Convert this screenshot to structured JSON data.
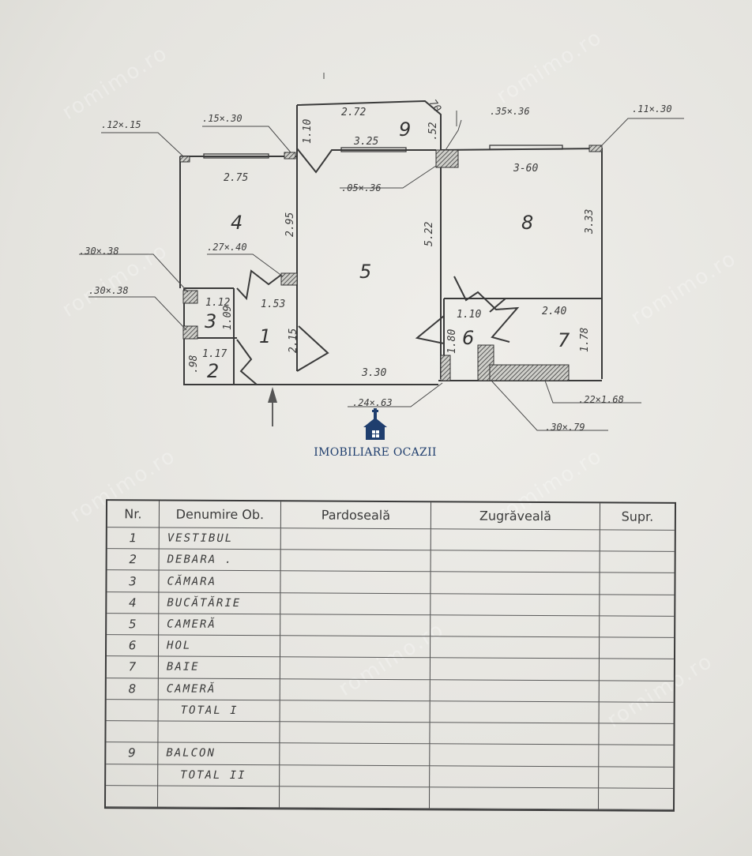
{
  "logo": {
    "brand": "IMOBILIARE OCAZII"
  },
  "watermark": "romimo.ro",
  "plan": {
    "rooms": [
      "1",
      "2",
      "3",
      "4",
      "5",
      "6",
      "7",
      "8",
      "9"
    ],
    "dimensions": {
      "r9_top": "2.72",
      "r9_mid": "3.25",
      "r9_left": "1.10",
      "r9_right": ".52",
      "r9_corner": "70",
      "r4_w": "2.75",
      "r4_h": "2.95",
      "r5_h": "5.22",
      "r5_bottom": "3.30",
      "r8_w": "3-60",
      "r8_h": "3.33",
      "r3_w": "1.12",
      "r3_h": "1.09",
      "r2_w": "1.17",
      "r2_h": ".98",
      "r1_w": "1.53",
      "r1_h": "2.15",
      "r6_w": "1.10",
      "r6_h": "1.80",
      "r7_w": "2.40",
      "r7_h": "1.78"
    },
    "callouts": {
      "c1": ".12×.15",
      "c2": ".15×.30",
      "c3": ".35×.36",
      "c4": ".11×.30",
      "c5": ".05×.36",
      "c6": ".30×.38",
      "c7": ".27×.40",
      "c8": ".30×.38",
      "c9": ".24×.63",
      "c10": ".22×1.68",
      "c11": ".30×.79"
    }
  },
  "table": {
    "headers": [
      "Nr.",
      "Denumire Ob.",
      "Pardoseală",
      "Zugrăveală",
      "Supr."
    ],
    "rows": [
      {
        "nr": "1",
        "name": "VESTIBUL"
      },
      {
        "nr": "2",
        "name": "DEBARA ."
      },
      {
        "nr": "3",
        "name": "CĂMARA"
      },
      {
        "nr": "4",
        "name": "BUCĂTĂRIE"
      },
      {
        "nr": "5",
        "name": "CAMERĂ"
      },
      {
        "nr": "6",
        "name": "HOL"
      },
      {
        "nr": "7",
        "name": "BAIE"
      },
      {
        "nr": "8",
        "name": "CAMERĂ"
      },
      {
        "nr": "",
        "name": "TOTAL I"
      },
      {
        "nr": "",
        "name": ""
      },
      {
        "nr": "9",
        "name": "BALCON"
      },
      {
        "nr": "",
        "name": "TOTAL II"
      },
      {
        "nr": "",
        "name": ""
      }
    ]
  }
}
